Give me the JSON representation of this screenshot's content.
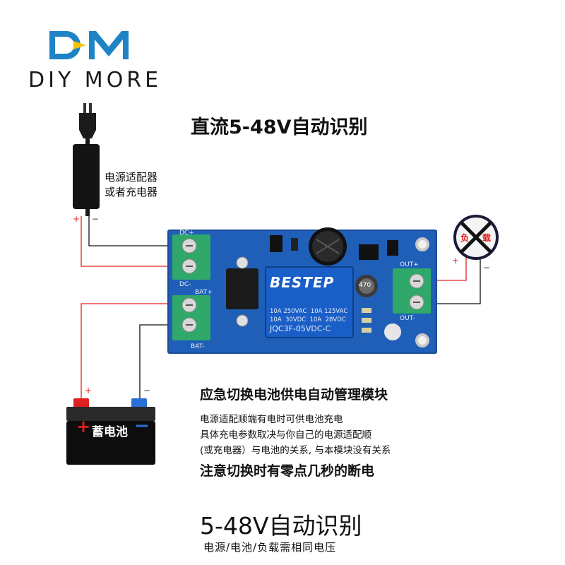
{
  "logo": {
    "brand": "DIY MORE",
    "mark_color": "#1f84c6",
    "accent_color": "#f2c300"
  },
  "headline": "直流5-48V自动识别",
  "adapter": {
    "label_line1": "电源适配器",
    "label_line2": "或者充电器",
    "plus": "+",
    "minus": "−"
  },
  "board": {
    "dc_plus": "DC+",
    "dc_minus": "DC-",
    "bat_plus": "BAT+",
    "bat_minus": "BAT-",
    "out_plus": "OUT+",
    "out_minus": "OUT-",
    "relay_brand": "BESTEP",
    "relay_line1": "10A 250VAC  10A 125VAC",
    "relay_line2": "10A  30VDC  10A  28VDC",
    "relay_model": "JQC3F-05VDC-C",
    "inductor": "470",
    "pcb_color": "#1f5fb8",
    "relay_color": "#1a5ec8",
    "terminal_color": "#2fa86a"
  },
  "load": {
    "label_left": "负",
    "label_right": "载",
    "plus": "+",
    "minus": "−"
  },
  "battery": {
    "label": "蓄电池",
    "plus_sign": "+",
    "minus_sign": "−",
    "plus": "+",
    "minus": "−"
  },
  "module_title": "应急切换电池供电自动管理模块",
  "notes": [
    "电源适配顺端有电时可供电池充电",
    "具体充电参数取决与你自己的电源适配顺",
    "(或充电器）与电池的关系, 与本模块没有关系"
  ],
  "warning": "注意切换时有零点几秒的断电",
  "footer": {
    "title": "5-48V自动识别",
    "subtitle": "电源/电池/负载需相同电压"
  }
}
